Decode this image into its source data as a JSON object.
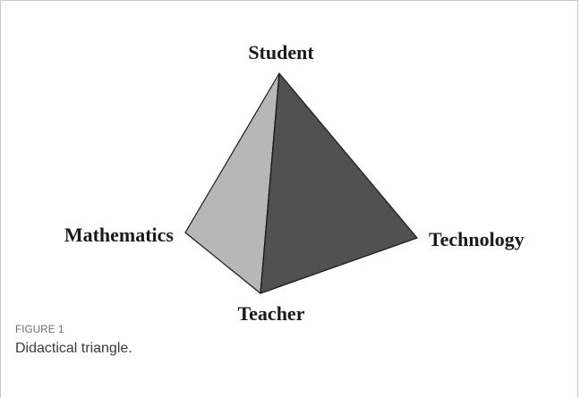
{
  "figure": {
    "label": "FIGURE 1",
    "caption": "Didactical triangle."
  },
  "diagram": {
    "vertices": {
      "top": "Student",
      "left": "Mathematics",
      "right": "Technology",
      "bottom": "Teacher"
    },
    "colors": {
      "left_face": "#b7b7b7",
      "right_face": "#515151",
      "edge": "#1a1a1a"
    }
  }
}
